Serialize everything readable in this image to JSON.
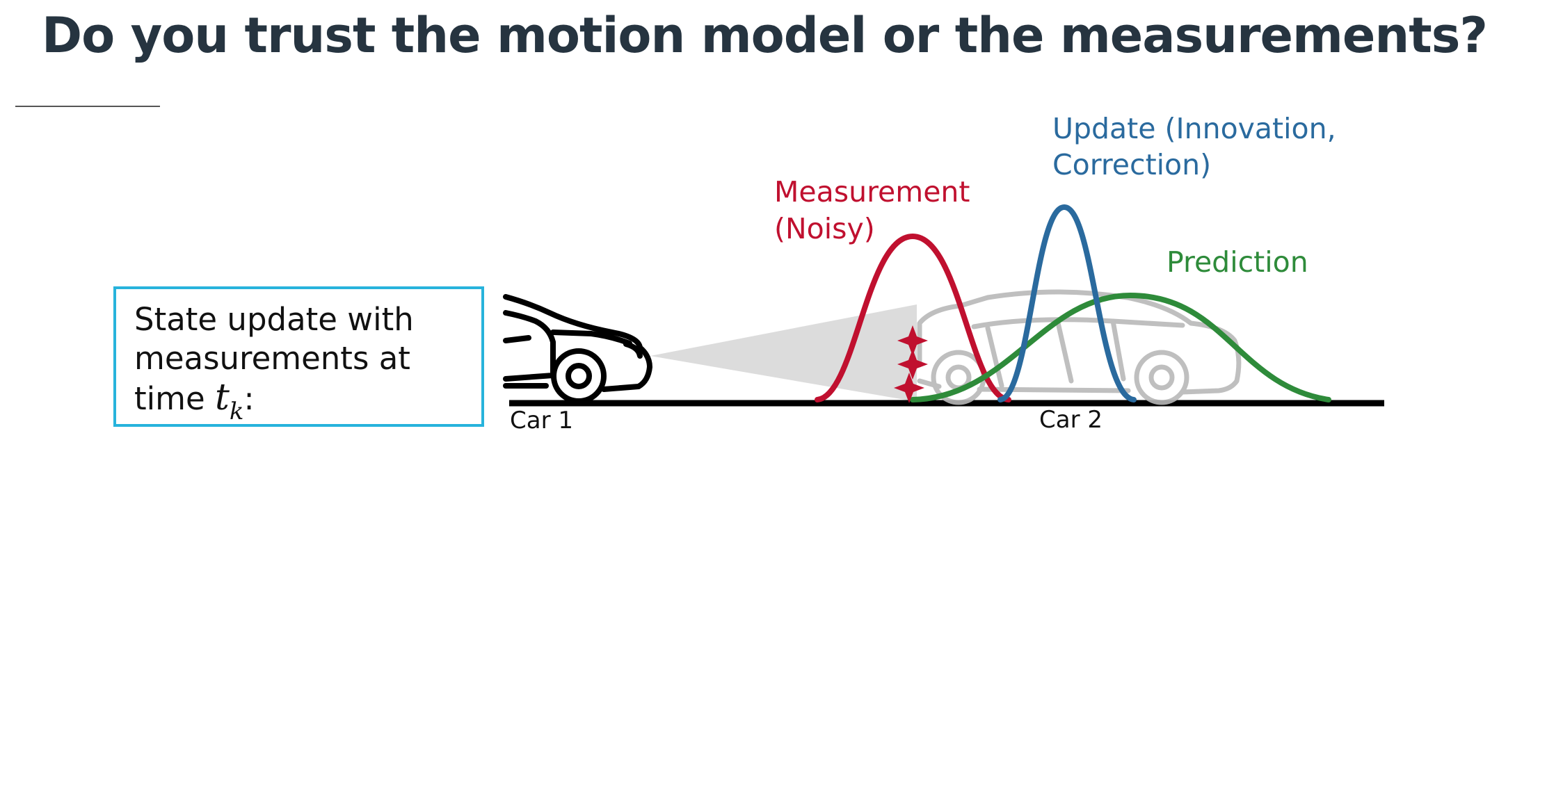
{
  "title": "Do you trust the motion model or the measurements?",
  "state_box": {
    "line1": "State update with",
    "line2": "measurements at",
    "line3_prefix": "time ",
    "math_symbol": "t",
    "math_subscript": "k",
    "line3_suffix": ":"
  },
  "labels": {
    "car1": "Car 1",
    "car2": "Car 2",
    "measurement_line1": "Measurement",
    "measurement_line2": "(Noisy)",
    "update_line1": "Update (Innovation,",
    "update_line2": "Correction)",
    "prediction": "Prediction"
  },
  "colors": {
    "measurement": "#c0102f",
    "update": "#2a6a9e",
    "prediction": "#2e8b3a",
    "box_border": "#27b3dc",
    "title": "#263440"
  },
  "icons": {
    "car1": "car-outline-icon",
    "car2": "car-faded-icon",
    "measurement_markers": "star-marker-icon"
  }
}
